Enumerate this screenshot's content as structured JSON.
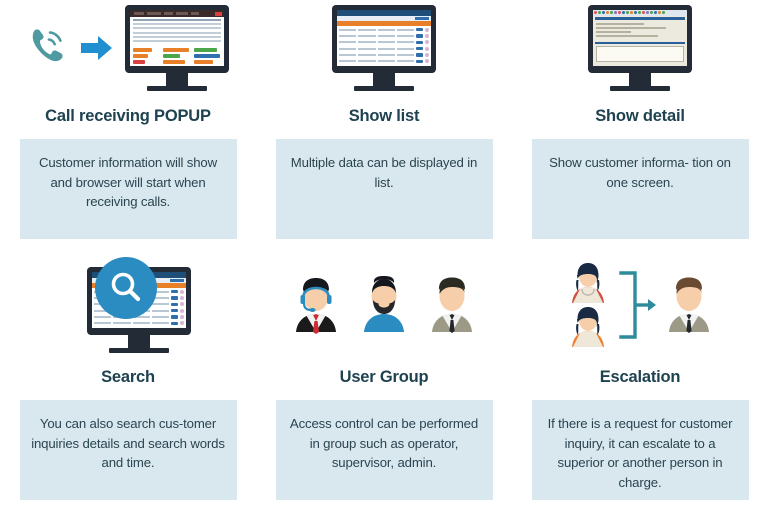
{
  "page": {
    "background_color": "#ffffff",
    "heading_color": "#1f4250",
    "desc_box_color": "#d9e8ef",
    "desc_text_color": "#2b4450",
    "accent_blue": "#1f8fd0",
    "accent_teal": "#4f9aa0",
    "search_circle_color": "#2a8cc0",
    "monitor_color": "#222b36"
  },
  "cards": [
    {
      "id": "call-receiving-popup",
      "heading": "Call receiving POPUP",
      "description": "Customer information will show and browser will start when receiving calls.",
      "icons": [
        "phone-ringing-icon",
        "arrow-right-icon",
        "monitor-icon"
      ]
    },
    {
      "id": "show-list",
      "heading": "Show list",
      "description": "Multiple data can be displayed in list.",
      "icons": [
        "monitor-icon"
      ]
    },
    {
      "id": "show-detail",
      "heading": "Show detail",
      "description": "Show customer informa-\ntion on one screen.",
      "icons": [
        "monitor-icon"
      ]
    },
    {
      "id": "search",
      "heading": "Search",
      "description": "You can also search cus-tomer inquiries details and search words and time.",
      "icons": [
        "search-icon",
        "monitor-icon"
      ]
    },
    {
      "id": "user-group",
      "heading": "User Group",
      "description": "Access control can be performed in group such as operator, supervisor, admin.",
      "icons": [
        "avatar-operator-icon",
        "avatar-supervisor-icon",
        "avatar-admin-icon"
      ]
    },
    {
      "id": "escalation",
      "heading": "Escalation",
      "description": "If there is a request for customer inquiry, it can escalate to a superior or another person in charge.",
      "icons": [
        "avatar-agent-female-icon",
        "avatar-agent-female-icon",
        "bracket-arrow-icon",
        "avatar-manager-icon"
      ]
    }
  ]
}
